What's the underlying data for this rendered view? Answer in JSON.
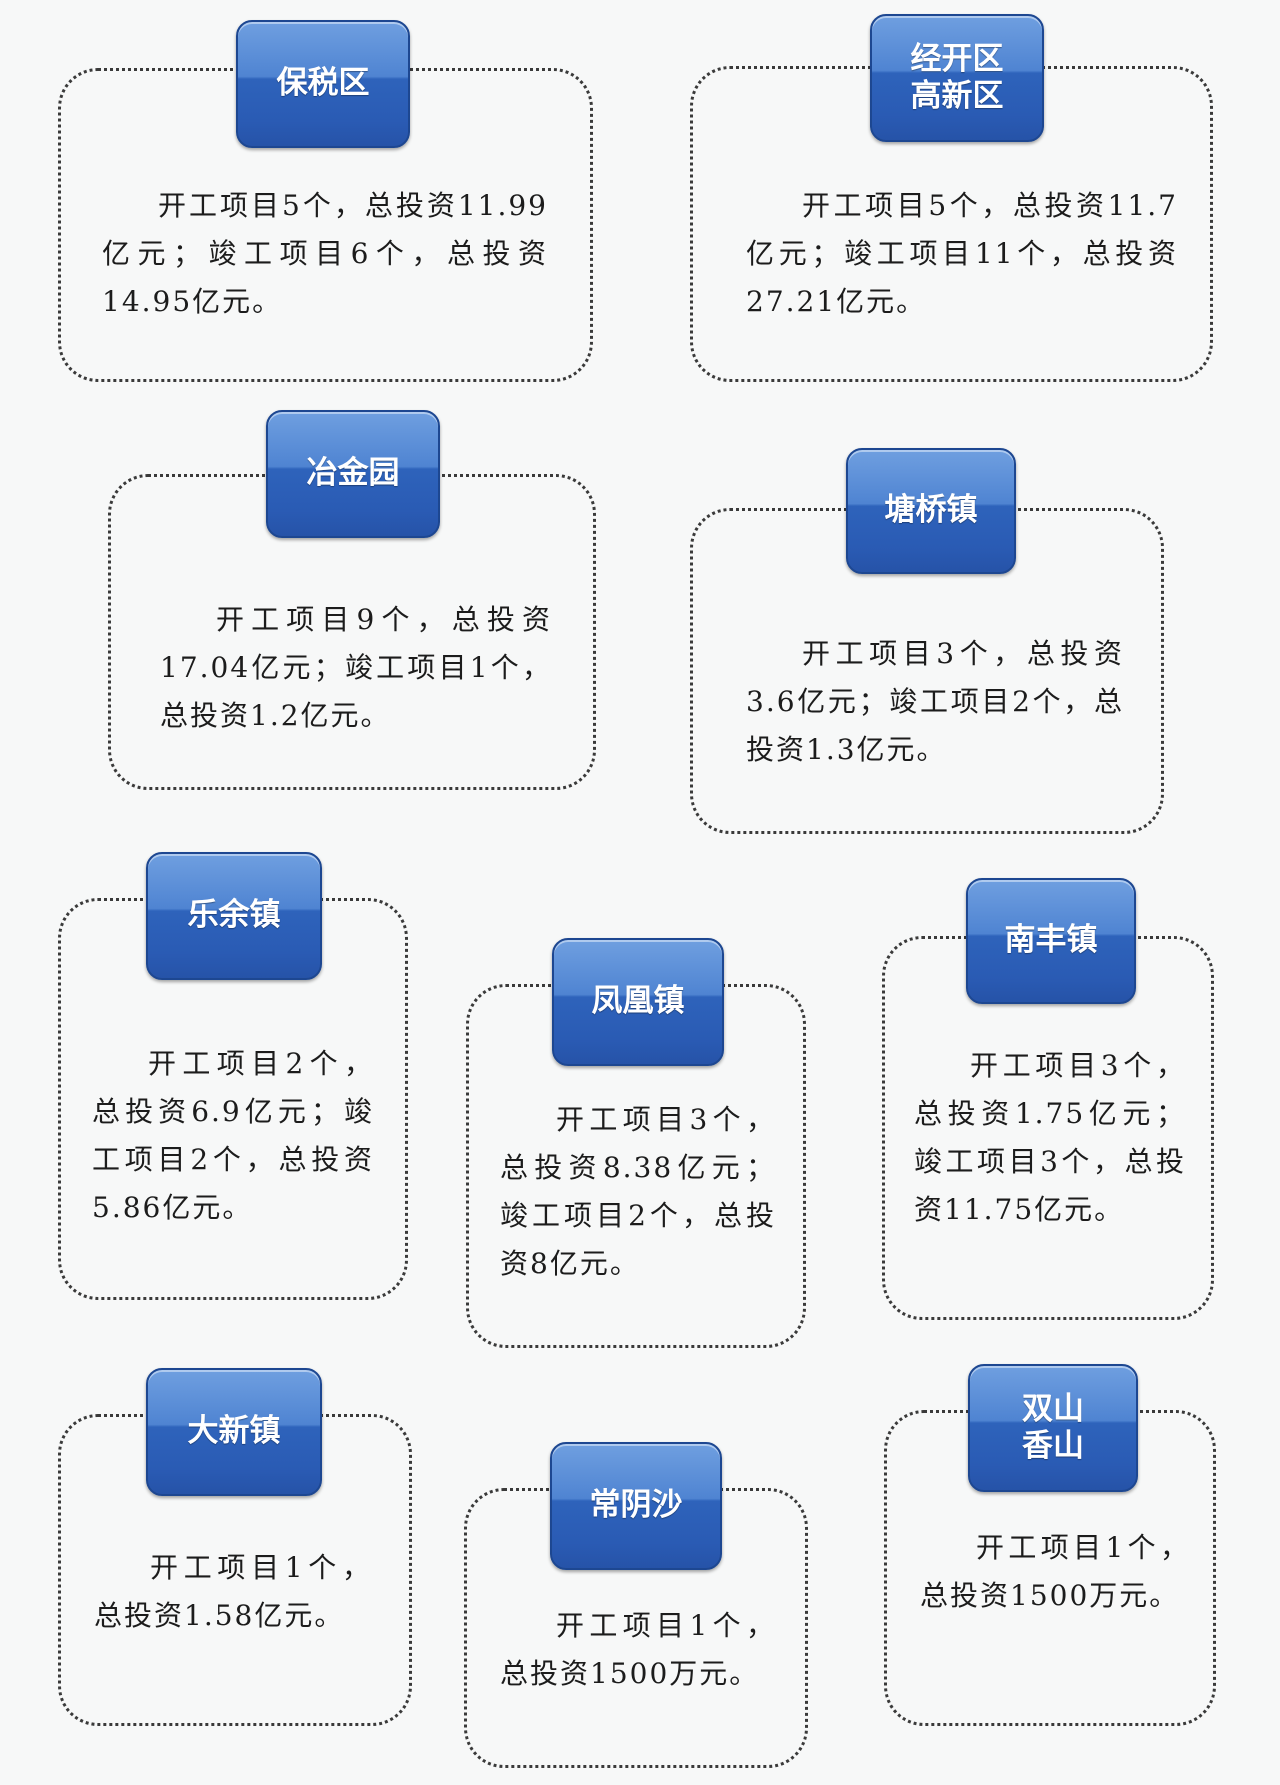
{
  "cards": [
    {
      "id": "baoshui",
      "label_lines": [
        "保税区"
      ],
      "text": "开工项目5个，总投资11.99亿元；竣工项目6个，总投资14.95亿元。",
      "started_projects": 5,
      "started_investment": "11.99亿元",
      "completed_projects": 6,
      "completed_investment": "14.95亿元"
    },
    {
      "id": "jingkai-gaoxin",
      "label_lines": [
        "经开区",
        "高新区"
      ],
      "text": "开工项目5个，总投资11.7亿元；竣工项目11个，总投资27.21亿元。",
      "started_projects": 5,
      "started_investment": "11.7亿元",
      "completed_projects": 11,
      "completed_investment": "27.21亿元"
    },
    {
      "id": "yejin",
      "label_lines": [
        "冶金园"
      ],
      "text": "开工项目9个，总投资17.04亿元；竣工项目1个，总投资1.2亿元。",
      "started_projects": 9,
      "started_investment": "17.04亿元",
      "completed_projects": 1,
      "completed_investment": "1.2亿元"
    },
    {
      "id": "tangqiao",
      "label_lines": [
        "塘桥镇"
      ],
      "text": "开工项目3个，总投资3.6亿元；竣工项目2个，总投资1.3亿元。",
      "started_projects": 3,
      "started_investment": "3.6亿元",
      "completed_projects": 2,
      "completed_investment": "1.3亿元"
    },
    {
      "id": "leyu",
      "label_lines": [
        "乐余镇"
      ],
      "text": "开工项目2个，总投资6.9亿元；竣工项目2个，总投资5.86亿元。",
      "started_projects": 2,
      "started_investment": "6.9亿元",
      "completed_projects": 2,
      "completed_investment": "5.86亿元"
    },
    {
      "id": "fenghuang",
      "label_lines": [
        "凤凰镇"
      ],
      "text": "开工项目3个，总投资8.38亿元；竣工项目2个，总投资8亿元。",
      "started_projects": 3,
      "started_investment": "8.38亿元",
      "completed_projects": 2,
      "completed_investment": "8亿元"
    },
    {
      "id": "nanfeng",
      "label_lines": [
        "南丰镇"
      ],
      "text": "开工项目3个，总投资1.75亿元；竣工项目3个，总投资11.75亿元。",
      "started_projects": 3,
      "started_investment": "1.75亿元",
      "completed_projects": 3,
      "completed_investment": "11.75亿元"
    },
    {
      "id": "daxin",
      "label_lines": [
        "大新镇"
      ],
      "text": "开工项目1个，总投资1.58亿元。",
      "started_projects": 1,
      "started_investment": "1.58亿元"
    },
    {
      "id": "changyinsha",
      "label_lines": [
        "常阴沙"
      ],
      "text": "开工项目1个，总投资1500万元。",
      "started_projects": 1,
      "started_investment": "1500万元"
    },
    {
      "id": "shuangshan-xiangshan",
      "label_lines": [
        "双山",
        "香山"
      ],
      "text": "开工项目1个，总投资1500万元。",
      "started_projects": 1,
      "started_investment": "1500万元"
    }
  ],
  "colors": {
    "label_blue": "#2a5bb4",
    "label_highlight": "#6f9fe0",
    "dotted_border": "#3a3a3a",
    "background": "#f7f8f8"
  }
}
